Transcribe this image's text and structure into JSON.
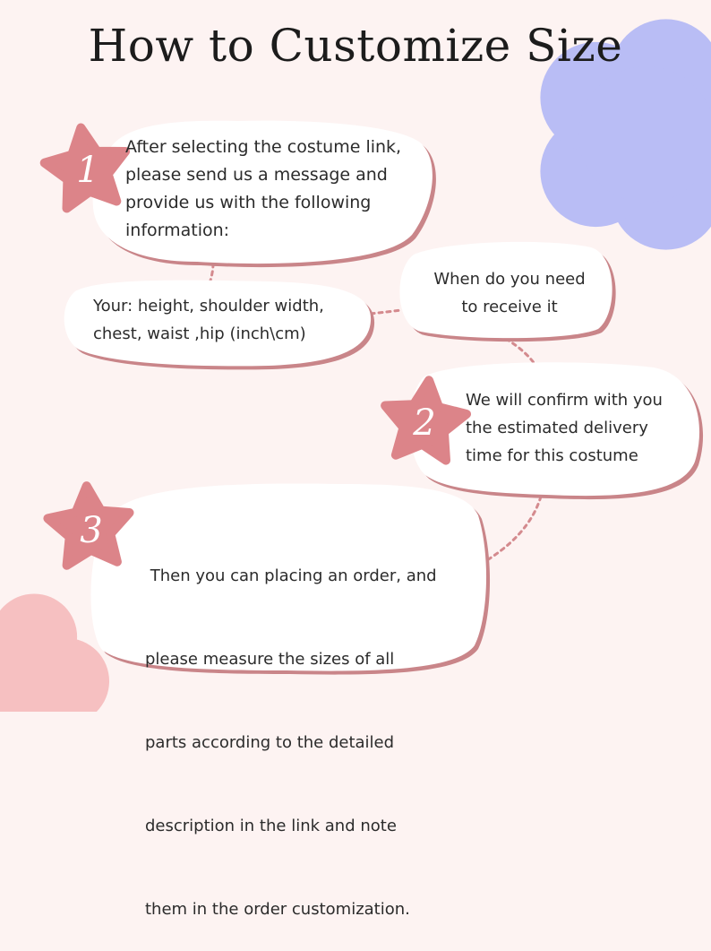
{
  "title": "How to Customize Size",
  "colors": {
    "background": "#fdf3f2",
    "bubble_fill": "#ffffff",
    "bubble_shadow": "#c98589",
    "star": "#dc8489",
    "connector": "#d48a8e",
    "flower_blue": "#b9bdf5",
    "flower_pink": "#f6c0c1"
  },
  "steps": [
    {
      "number": "1",
      "lines": [
        "After selecting the costume link,",
        "please send us a message and",
        "provide us with the following",
        "information:"
      ]
    },
    {
      "number": "2",
      "lines": [
        "We will confirm with you",
        "the estimated delivery",
        "time for this costume"
      ]
    },
    {
      "number": "3",
      "lines": [
        " Then you can placing an order, and",
        "please measure the sizes of all",
        "parts according to the detailed",
        "description in the link and note",
        "them in the order customization."
      ]
    }
  ],
  "info": {
    "measurements": {
      "lines": [
        "Your: height, shoulder width,",
        "chest, waist ,hip (inch\\cm)"
      ]
    },
    "delivery_question": {
      "lines": [
        "When do you need",
        "to receive it"
      ]
    }
  }
}
